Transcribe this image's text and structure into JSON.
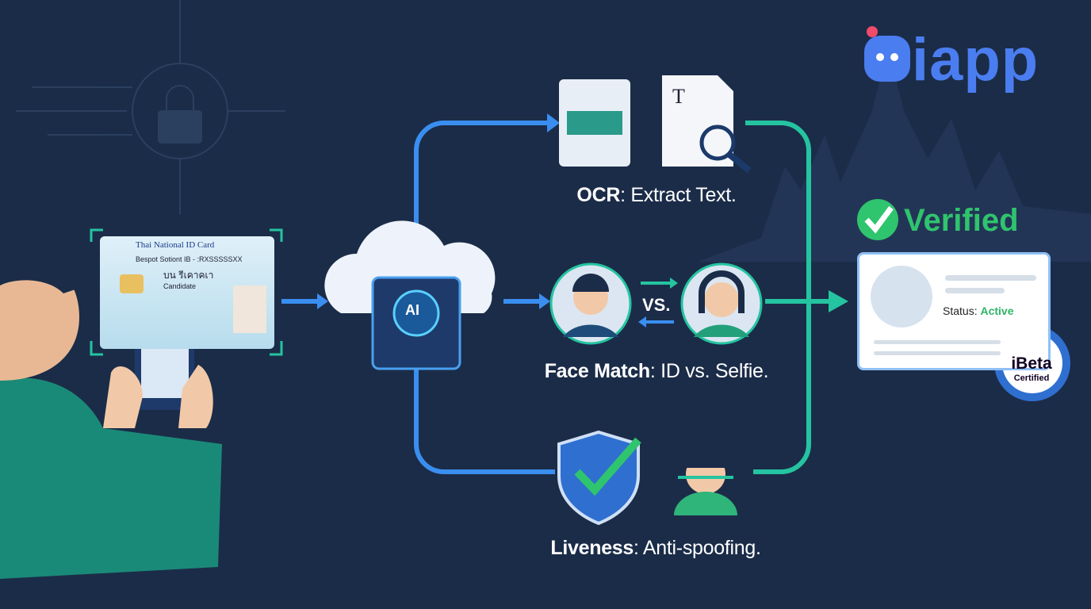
{
  "brand": {
    "logo_text": "iapp",
    "logo_color": "#4a7df0"
  },
  "id_card": {
    "title": "Thai National ID Card",
    "number_line": "Bespot Sotiont IB - :RXSSSSSXX",
    "name_th": "บน รีเคาคเา",
    "field_candidate": "Candidate"
  },
  "cloud": {
    "badge": "AI"
  },
  "steps": [
    {
      "name": "OCR",
      "desc": "Extract Text."
    },
    {
      "name": "Face Match",
      "desc": "ID vs. Selfie.",
      "vs": "VS."
    },
    {
      "name": "Liveness",
      "desc": "Anti-spoofing."
    }
  ],
  "result": {
    "verified_label": "Verified",
    "status_label": "Status:",
    "status_value": "Active",
    "badge_title": "iBeta",
    "badge_subtitle": "Certified"
  },
  "colors": {
    "background": "#1b2c48",
    "flow_blue": "#3a8ef0",
    "flow_teal": "#25c4a0",
    "verified_green": "#2fc46e"
  }
}
